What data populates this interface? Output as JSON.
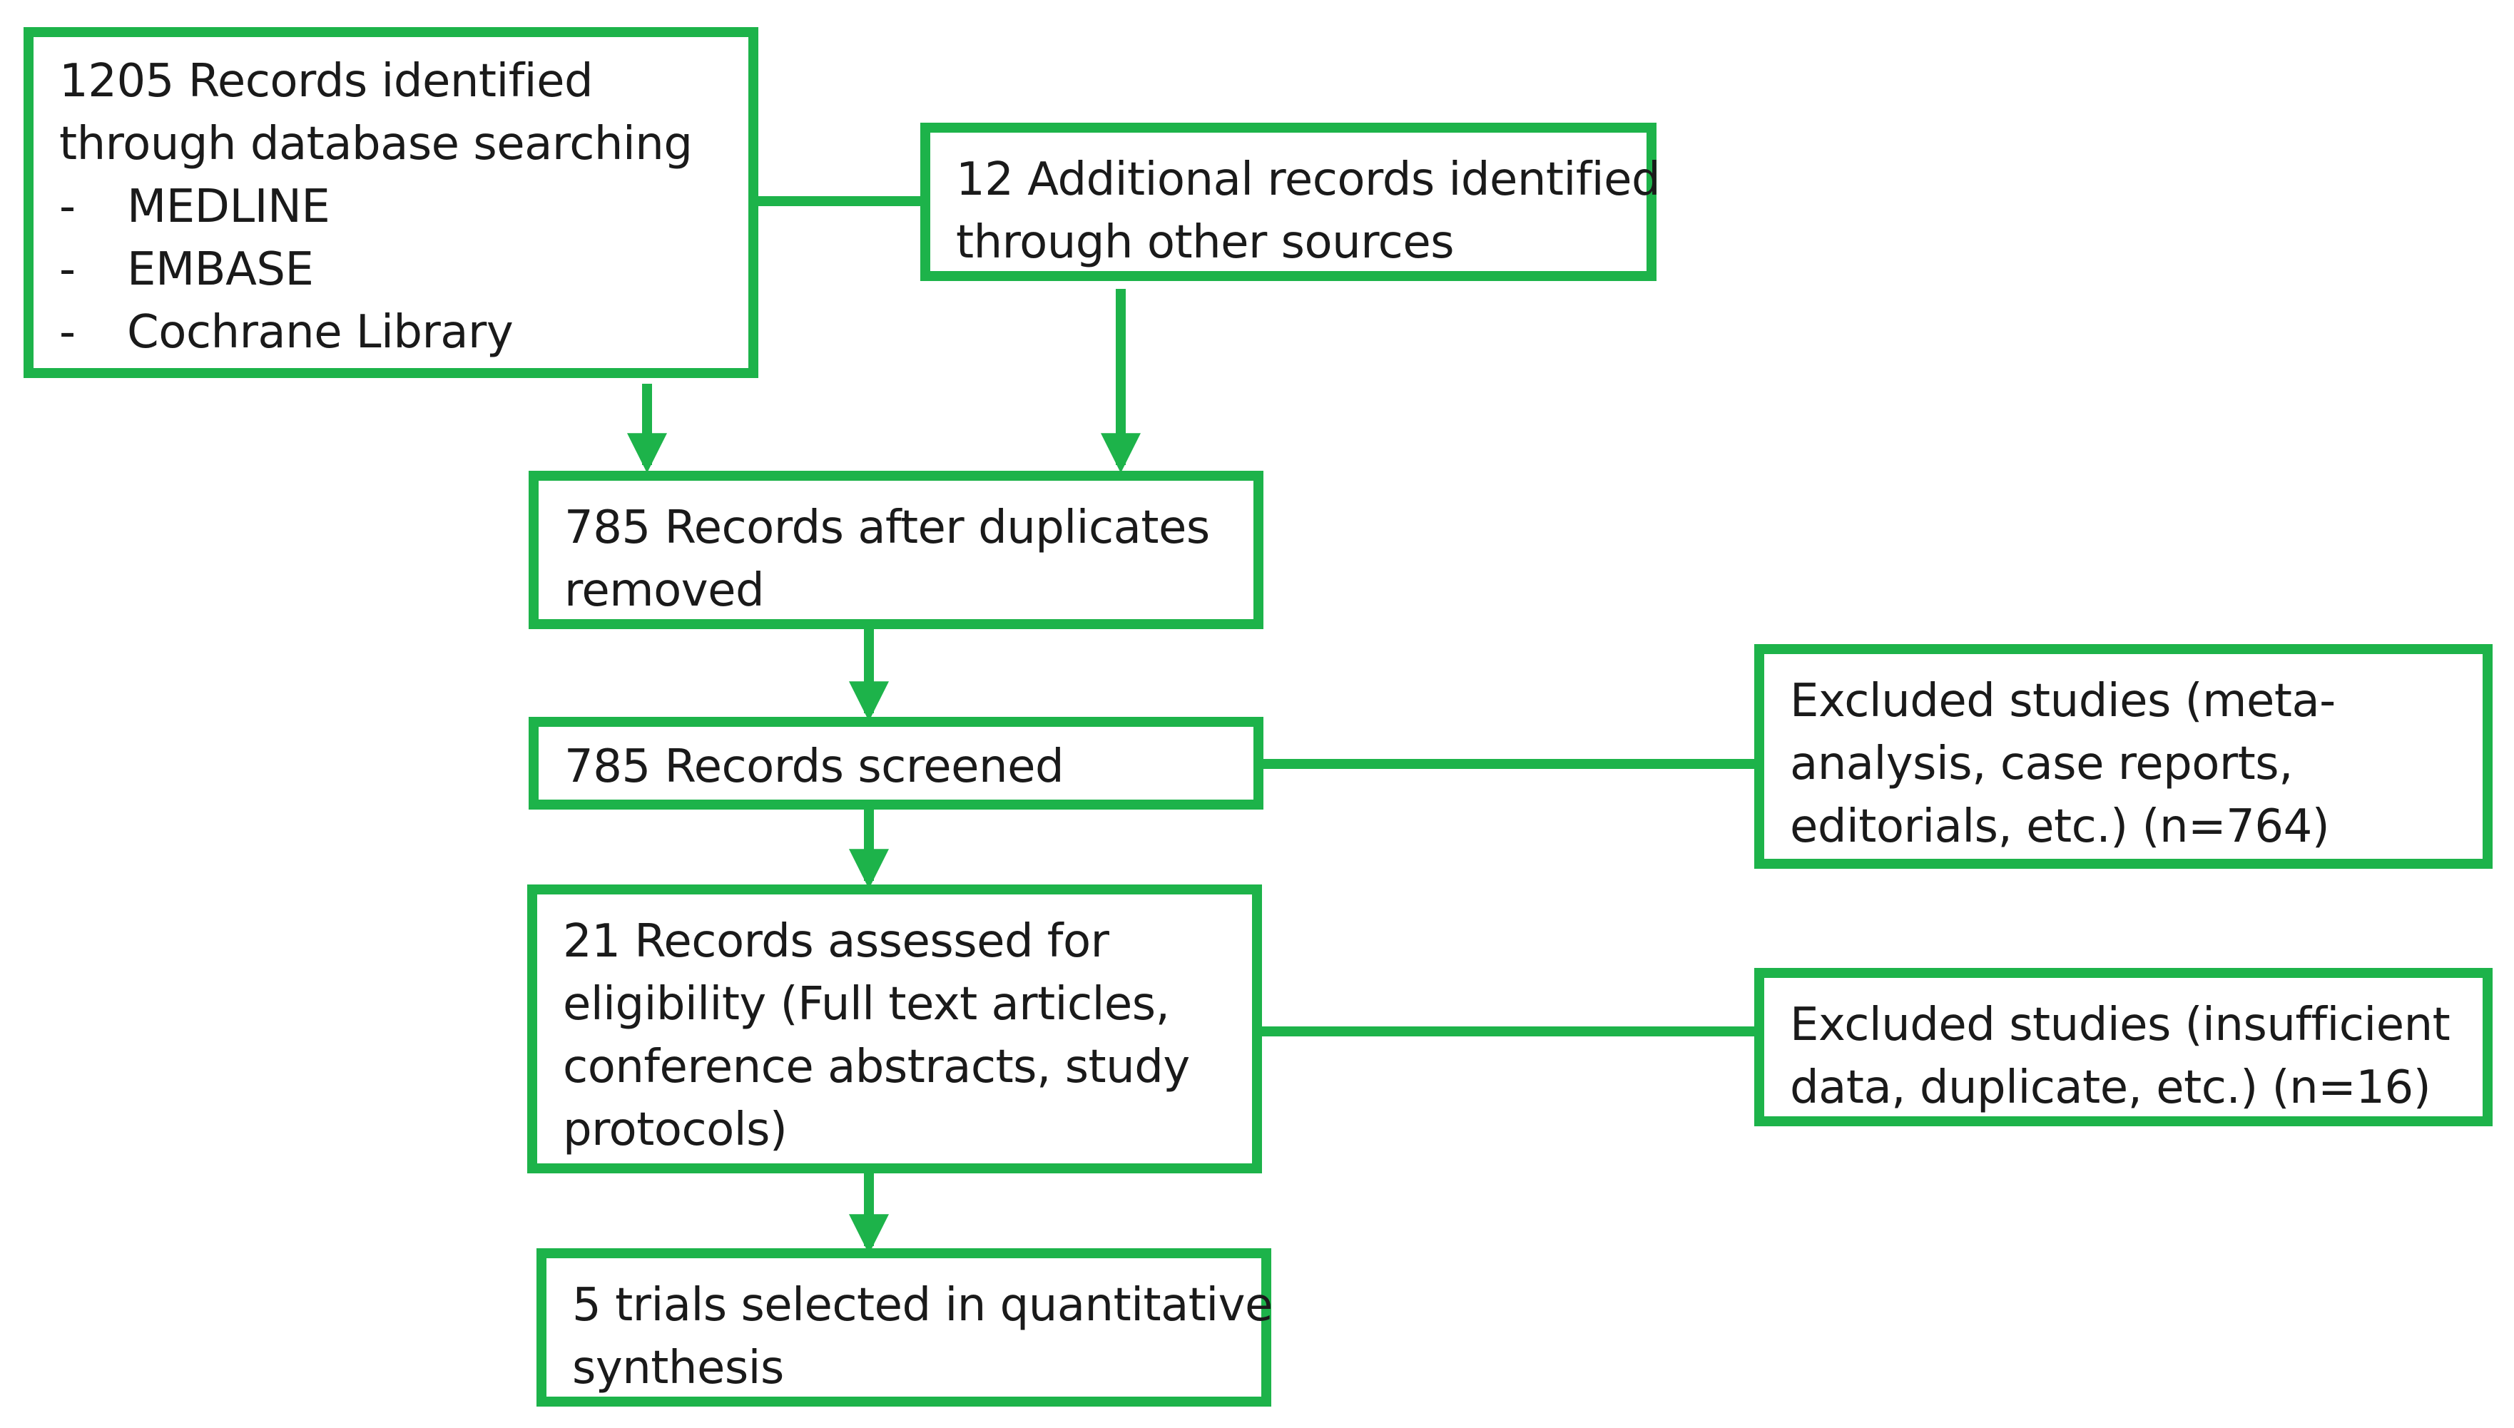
{
  "diagram": {
    "line_color": "#1db34a",
    "boxes": {
      "database": {
        "lines": [
          "1205 Records identified",
          "through database searching"
        ],
        "bullets": [
          "MEDLINE",
          "EMBASE",
          "Cochrane Library"
        ],
        "bullet_marker": "-"
      },
      "other_sources": {
        "lines": [
          "12 Additional records identified",
          "through other sources"
        ]
      },
      "after_duplicates": {
        "lines": [
          "785 Records after duplicates",
          "removed"
        ]
      },
      "screened": {
        "lines": [
          "785 Records screened"
        ]
      },
      "excluded_screening": {
        "lines": [
          "Excluded studies (meta-",
          "analysis, case reports,",
          "editorials, etc.) (n=764)"
        ]
      },
      "eligibility": {
        "lines": [
          "21 Records assessed for",
          "eligibility (Full text articles,",
          "conference abstracts, study",
          "protocols)"
        ]
      },
      "excluded_eligibility": {
        "lines": [
          "Excluded studies (insufficient",
          "data, duplicate, etc.) (n=16)"
        ]
      },
      "selected": {
        "lines": [
          "5 trials selected in quantitative",
          "synthesis"
        ]
      }
    }
  }
}
